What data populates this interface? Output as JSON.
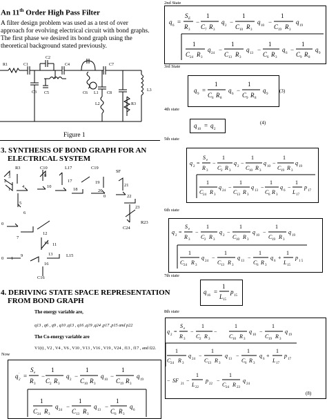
{
  "left": {
    "title": "An 11th Order High Pass Filter",
    "title_main": "An 11",
    "title_sup": "th",
    "title_rest": " Order High Pass Filter",
    "intro_lines": [
      "A filter design problem was used as a test of over",
      "approach for evolving electrical circuit with bond graphs.",
      "The first phase we desired its bond graph using the",
      "theoretical background stated previously."
    ],
    "circuit_labels": {
      "r1": "R1",
      "c1": "C1",
      "c2": "C2",
      "c4": "C4",
      "c3": "C3",
      "c5": "C5",
      "c6": "C6",
      "c7": "C7",
      "l1": "L1",
      "l2": "L2",
      "c8": "C8",
      "r3": "R3",
      "l3": "L3"
    },
    "figure_caption": "Figure 1",
    "section3_title": "3. SYNTHESIS OF BOND GRAPH FOR AN",
    "section3_title2": "ELECTRICAL SYSTEM",
    "bond_labels": {
      "r3": "R3",
      "c10": "C10",
      "l17": "L17",
      "c19": "C19",
      "sf": "SF",
      "n2": "2",
      "n3": "3",
      "n4": "4",
      "n1": "1",
      "n5": "5",
      "n8": "8",
      "n10": "10",
      "n17": "17",
      "n19": "19",
      "n21": "21",
      "n18": "18",
      "n20": "20",
      "n0a": "0",
      "n22": "22",
      "n23": "23",
      "r23": "R23",
      "c24": "C24",
      "n0b": "0",
      "n6": "6",
      "n7": "7",
      "n12": "12",
      "n14": "14",
      "n11": "11",
      "n0c": "0",
      "n1b": "1",
      "n9": "9",
      "n13": "13",
      "l15": "L15",
      "n16": "16",
      "c16": "C16"
    },
    "section4_title": "4. DERIVING STATE SPACE REPRESENTATION",
    "section4_title2": "FROM BOND GRAPH",
    "energy_label": "The energy variable are,",
    "energy_vars": "q13 , q6 , q9 , q10 ,q13 , q16 ,q19 ,q24 ,p17 ,p15 and p22",
    "coenergy_label": "The Co-energy variable are",
    "coenergy_vars": "V1(t) , V2 , V4 , V6 , V10 , V13 , V16 , V19 , V24 , f13 , f17 , and f22.",
    "now_label": "Now"
  },
  "right": {
    "state2": "2nd State",
    "state3": "3rd State",
    "state4": "4th state",
    "state5": "5th state",
    "state6": "6th state",
    "state7": "7th state",
    "state8": "8th state",
    "eq3_num": "(3)",
    "eq4_num": "(4)",
    "eq8_num": "(8)"
  }
}
